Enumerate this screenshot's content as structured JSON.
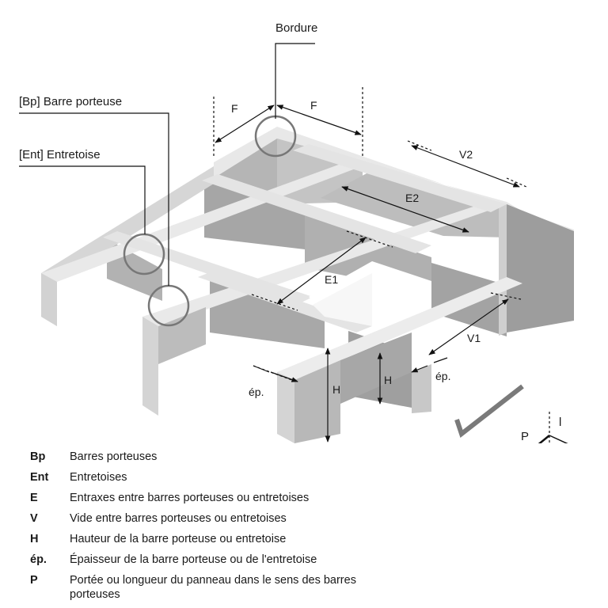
{
  "labels": {
    "bordure": "Bordure",
    "barre_porteuse": "[Bp] Barre porteuse",
    "entretoise": "[Ent] Entretoise"
  },
  "dimensions": {
    "f_left": "F",
    "f_right": "F",
    "v2": "V2",
    "e2": "E2",
    "e1": "E1",
    "v1": "V1",
    "h_outer": "H",
    "h_inner": "H",
    "ep_left": "ép.",
    "ep_right": "ép."
  },
  "axes": {
    "p": "P",
    "l": "l"
  },
  "legend": [
    {
      "key": "Bp",
      "text": "Barres porteuses"
    },
    {
      "key": "Ent",
      "text": "Entretoises"
    },
    {
      "key": "E",
      "text": "Entraxes entre barres porteuses ou entretoises"
    },
    {
      "key": "V",
      "text": "Vide entre barres porteuses ou entretoises"
    },
    {
      "key": "H",
      "text": "Hauteur de la barre porteuse ou entretoise"
    },
    {
      "key": "ép.",
      "text": "Épaisseur de la barre porteuse ou de l'entretoise"
    },
    {
      "key": "P",
      "text": "Portée ou longueur du panneau dans le sens des barres porteuses"
    }
  ],
  "colors": {
    "top_face": "#e6e6e6",
    "side_light": "#d2d2d2",
    "side_dark": "#a9a9a9",
    "callout_circle": "#777777",
    "arrow": "#777777"
  }
}
